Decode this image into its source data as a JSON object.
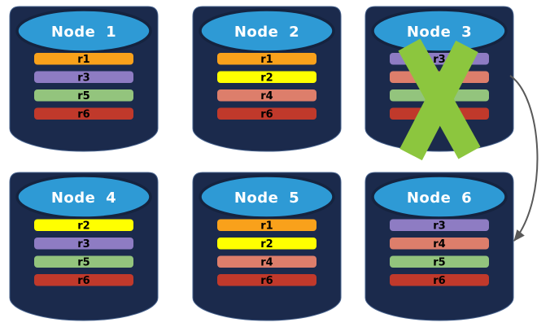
{
  "diagram": {
    "nodes": [
      {
        "id": "node-1",
        "label": "Node 1",
        "failed": false,
        "replicas": [
          "r1",
          "r3",
          "r5",
          "r6"
        ]
      },
      {
        "id": "node-2",
        "label": "Node 2",
        "failed": false,
        "replicas": [
          "r1",
          "r2",
          "r4",
          "r6"
        ]
      },
      {
        "id": "node-3",
        "label": "Node 3",
        "failed": true,
        "replicas": [
          "r3",
          "r4",
          "r5",
          "r6"
        ]
      },
      {
        "id": "node-4",
        "label": "Node 4",
        "failed": false,
        "replicas": [
          "r2",
          "r3",
          "r5",
          "r6"
        ]
      },
      {
        "id": "node-5",
        "label": "Node 5",
        "failed": false,
        "replicas": [
          "r1",
          "r2",
          "r4",
          "r6"
        ]
      },
      {
        "id": "node-6",
        "label": "Node 6",
        "failed": false,
        "replicas": [
          "r3",
          "r4",
          "r5",
          "r6"
        ]
      }
    ],
    "replica_colors": {
      "r1": "#F9A11B",
      "r2": "#FFFF00",
      "r3": "#8E7CC3",
      "r4": "#DD7E6B",
      "r5": "#93C47D",
      "r6": "#C0392B"
    },
    "colors": {
      "cylinder_body": "#1B2A4C",
      "cylinder_body_edge": "#46618C",
      "cylinder_top": "#2E9AD5",
      "cylinder_outline": "#15233F",
      "title_text": "#FFFFFF",
      "bar_text": "#000000",
      "failure_x": "#8CC63E",
      "arrow": "#595959"
    },
    "failure": {
      "node_id": "node-3",
      "mark": "X"
    },
    "arrow": {
      "from": "node-3",
      "to": "node-6"
    }
  }
}
